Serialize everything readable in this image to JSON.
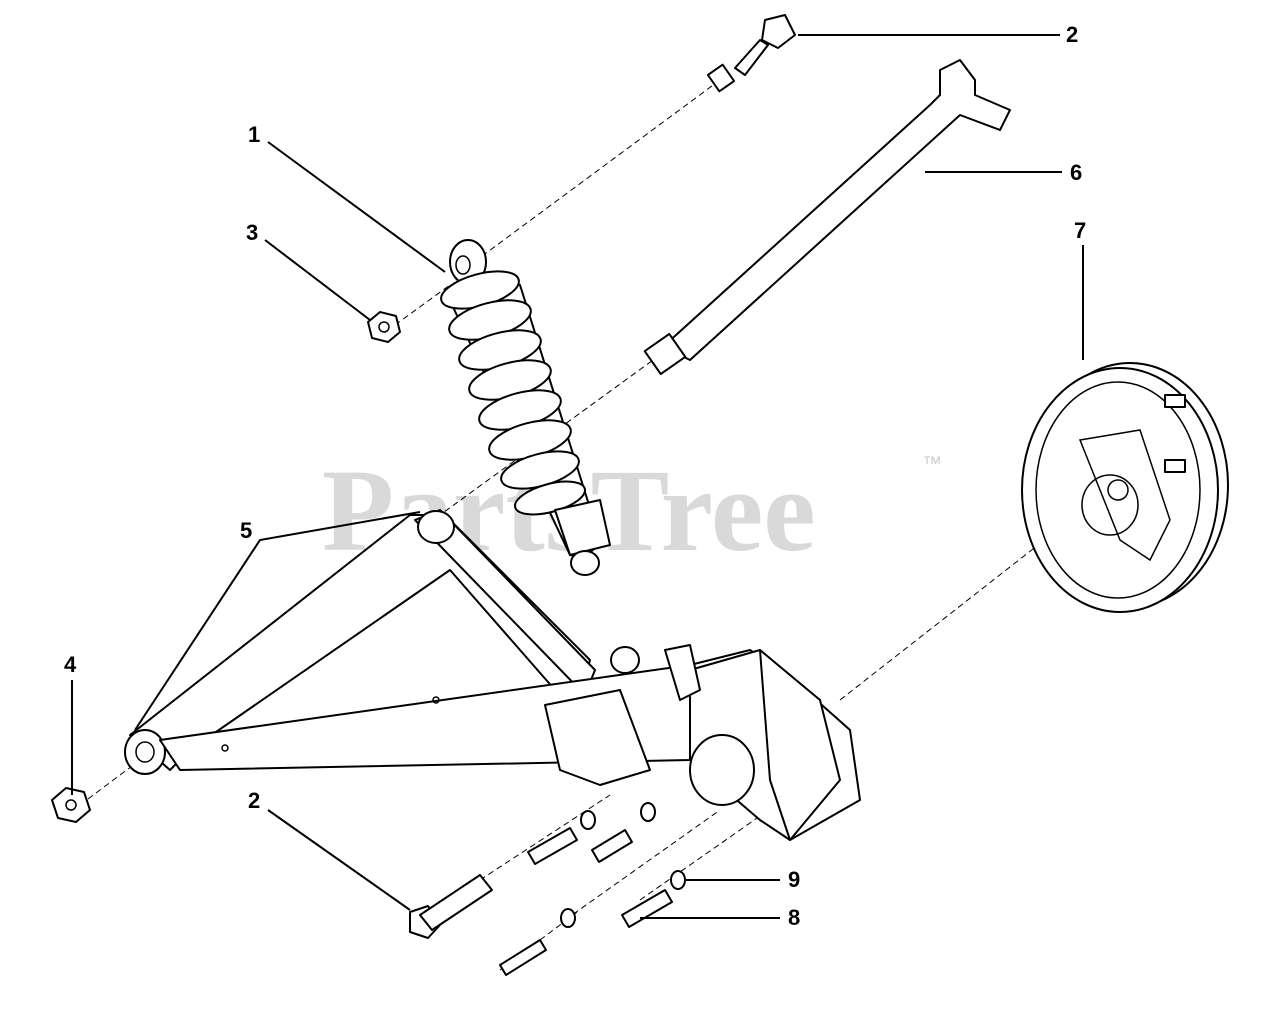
{
  "watermark": {
    "text": "PartsTree",
    "trademark": "™"
  },
  "callouts": {
    "c1": "1",
    "c2_top": "2",
    "c2_bottom": "2",
    "c3": "3",
    "c4": "4",
    "c5": "5",
    "c6": "6",
    "c7": "7",
    "c8": "8",
    "c9": "9"
  }
}
